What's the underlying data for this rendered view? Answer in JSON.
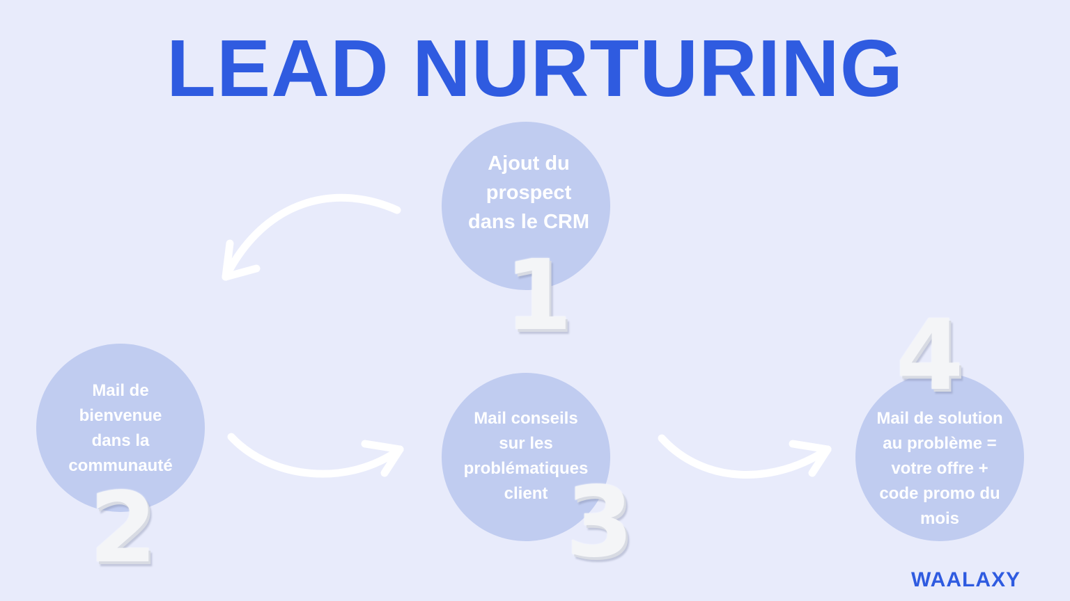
{
  "title": "LEAD NURTURING",
  "steps": [
    {
      "number": "1",
      "text": "Ajout du\nprospect\ndans le CRM"
    },
    {
      "number": "2",
      "text": "Mail de\nbienvenue\ndans la\ncommunauté"
    },
    {
      "number": "3",
      "text": "Mail conseils\nsur les\nproblématiques\nclient"
    },
    {
      "number": "4",
      "text": "Mail de solution\nau problème =\nvotre offre +\ncode promo du\nmois"
    }
  ],
  "brand": "WAALAXY",
  "colors": {
    "background": "#e8ebfb",
    "accent": "#2f5be0",
    "circle": "#c0ccf0",
    "arrow": "#ffffff"
  }
}
